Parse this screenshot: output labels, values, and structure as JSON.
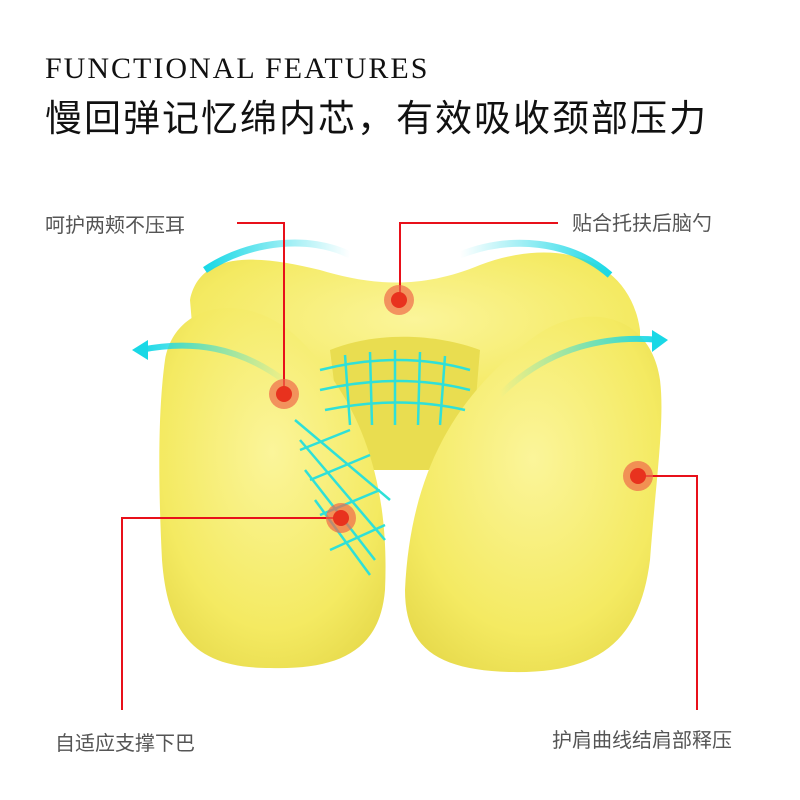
{
  "header": {
    "title_en": "FUNCTIONAL FEATURES",
    "title_cn": "慢回弹记忆绵内芯，有效吸收颈部压力"
  },
  "callouts": [
    {
      "label": "呵护两颊不压耳"
    },
    {
      "label": "贴合托扶后脑勺"
    },
    {
      "label": "自适应支撑下巴"
    },
    {
      "label": "护肩曲线结肩部释压"
    }
  ],
  "colors": {
    "pillow": "#f6ee6e",
    "pillow_shade": "#e8dc4a",
    "callout_line": "#e8101a",
    "dot": "#e8321e",
    "arrow": "#19d8e6"
  }
}
